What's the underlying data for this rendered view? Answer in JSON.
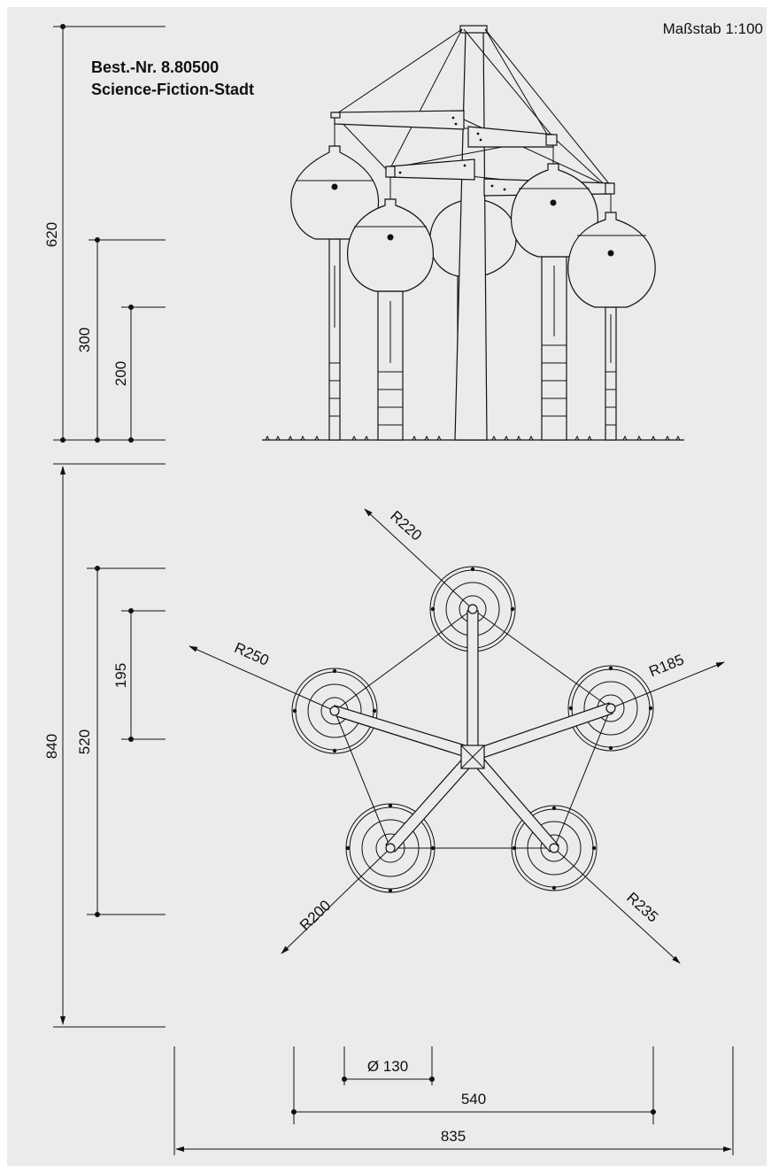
{
  "header": {
    "scale": "Maßstab 1:100",
    "order_number": "Best.-Nr. 8.80500",
    "product_name": "Science-Fiction-Stadt"
  },
  "side_view": {
    "dimensions": {
      "total_height": "620",
      "platform_high": "300",
      "platform_low": "200"
    }
  },
  "top_view": {
    "dimensions": {
      "depth": "840",
      "inner_depth": "520",
      "offset": "195",
      "diameter": "Ø 130",
      "inner_width": "540",
      "total_width": "835"
    },
    "radii": {
      "top": "R220",
      "left": "R250",
      "right": "R185",
      "bottom_left": "R200",
      "bottom_right": "R235"
    }
  },
  "colors": {
    "background": "#ebebeb",
    "line": "#111111"
  }
}
